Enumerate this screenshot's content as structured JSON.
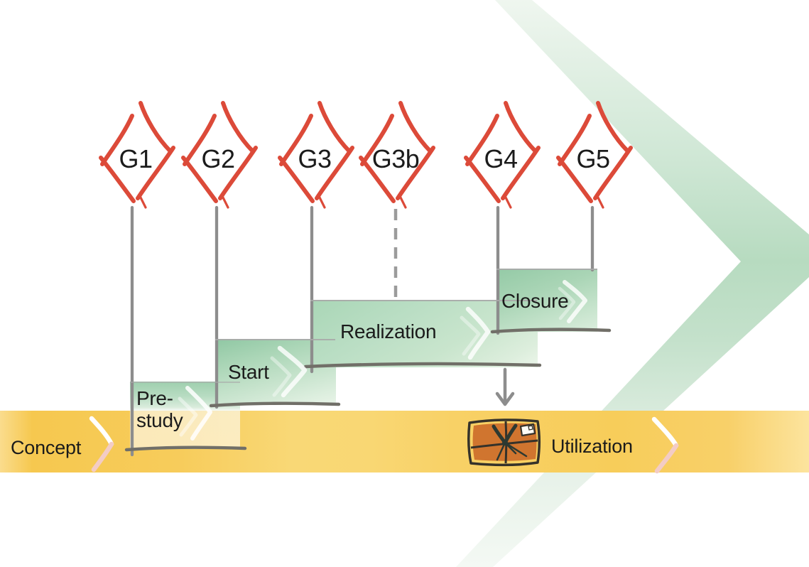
{
  "gates": [
    {
      "label": "G1"
    },
    {
      "label": "G2"
    },
    {
      "label": "G3"
    },
    {
      "label": "G3b"
    },
    {
      "label": "G4"
    },
    {
      "label": "G5"
    }
  ],
  "phases": [
    {
      "label": "Pre-\nstudy"
    },
    {
      "label": "Start"
    },
    {
      "label": "Realization"
    },
    {
      "label": "Closure"
    }
  ],
  "band": {
    "left_label": "Concept",
    "right_label": "Utilization"
  },
  "icons": {
    "gate": "hand-drawn-diamond-outline",
    "gate_connector": "vertical-line",
    "tollgate_optional_connector": "dashed-vertical-line",
    "phase_arrow": "chevron-right-icon",
    "band_arrow": "chevron-right-icon",
    "background_shape": "big-chevron-right",
    "handover": "arrow-down-icon",
    "deliverable": "package-icon"
  },
  "colors": {
    "gate_red": "#dc4a39",
    "line_gray": "#8d8d8d",
    "border_gray": "#716f68",
    "phase_green_dark": "#94caa6",
    "phase_green_light": "#e9f4e8",
    "band_yellow": "#f8cf60",
    "band_yellow_deep": "#f6c84f",
    "big_chevron_green": "#b7dbc0",
    "package_orange": "#d0752f",
    "package_outline": "#35322a",
    "band_chevron_pink": "#f3ccc5",
    "text_black": "#1b1b1b"
  }
}
